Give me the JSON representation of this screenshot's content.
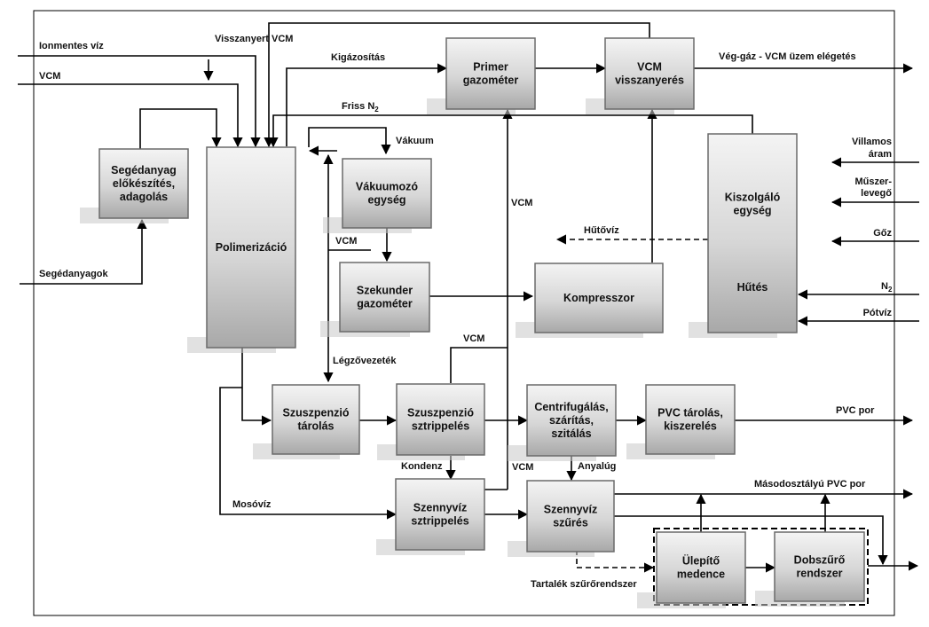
{
  "boxes": {
    "primer_gazometer": [
      "Primer",
      "gazométer"
    ],
    "vcm_visszanyeres": [
      "VCM",
      "visszanyerés"
    ],
    "segedanyag": [
      "Segédanyag",
      "előkészítés,",
      "adagolás"
    ],
    "polimerizacio": [
      "Polimerizáció"
    ],
    "vakuumozo": [
      "Vákuumozó",
      "egység"
    ],
    "szekunder": [
      "Szekunder",
      "gazométer"
    ],
    "kompresszor": [
      "Kompresszor"
    ],
    "kiszolgalo": [
      "Kiszolgáló",
      "egység"
    ],
    "hutes": [
      "Hűtés"
    ],
    "szuszp_tarolas": [
      "Szuszpenzió",
      "tárolás"
    ],
    "szuszp_sztrip": [
      "Szuszpenzió",
      "sztrippelés"
    ],
    "centrifugalas": [
      "Centrifugálás,",
      "szárítás,",
      "szitálás"
    ],
    "pvc_tarolas": [
      "PVC tárolás,",
      "kiszerelés"
    ],
    "szennyviz_sztrip": [
      "Szennyvíz",
      "sztrippelés"
    ],
    "szennyviz_szures": [
      "Szennyvíz",
      "szűrés"
    ],
    "ulepito": [
      "Ülepítő",
      "medence"
    ],
    "dobszuro": [
      "Dobszűrő",
      "rendszer"
    ]
  },
  "labels": {
    "ionmentes_viz": "Ionmentes víz",
    "vcm_in": "VCM",
    "visszanyert_vcm": "Visszanyert VCM",
    "kigazositas": "Kigázosítás",
    "veg_gaz": "Vég-gáz - VCM üzem elégetés",
    "friss_n2": "Friss N",
    "friss_n2_sub": "2",
    "vakuum": "Vákuum",
    "vcm_vert": "VCM",
    "villamos_aram": [
      "Villamos",
      "áram"
    ],
    "muszer_levego": [
      "Műszer-",
      "levegő"
    ],
    "goz": "Gőz",
    "hutoviz": "Hűtővíz",
    "vcm_mid": "VCM",
    "segedanyagok": "Segédanyagok",
    "n2_right": "N",
    "n2_right_sub": "2",
    "potviz": "Pótvíz",
    "vcm_susp": "VCM",
    "legzovezetek": "Légzővezeték",
    "pvc_por": "PVC por",
    "kondenz": "Kondenz",
    "vcm_low": "VCM",
    "anyalug": "Anyalúg",
    "mosoviz": "Mosóvíz",
    "masodosztalyu": "Másodosztályú PVC por",
    "tartalek": "Tartalék szűrőrendszer"
  }
}
